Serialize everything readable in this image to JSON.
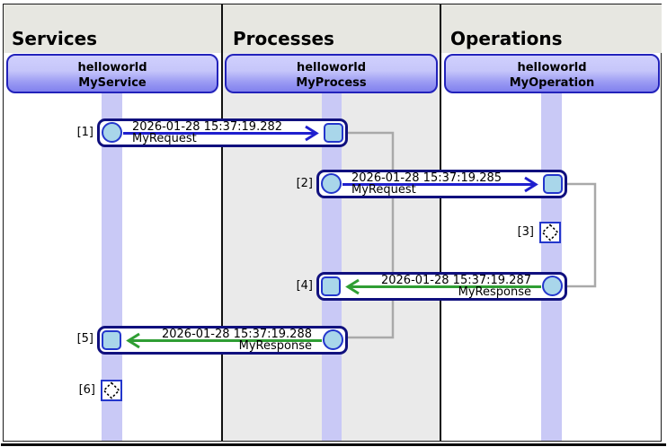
{
  "diagram": {
    "columns": [
      {
        "title": "Services",
        "participant": {
          "line1": "helloworld",
          "line2": "MyService"
        }
      },
      {
        "title": "Processes",
        "participant": {
          "line1": "helloworld",
          "line2": "MyProcess"
        }
      },
      {
        "title": "Operations",
        "participant": {
          "line1": "helloworld",
          "line2": "MyOperation"
        }
      }
    ],
    "events": [
      {
        "index": "[1]",
        "type": "request",
        "timestamp": "2026-01-28 15:37:19.282",
        "name": "MyRequest",
        "from": "Services",
        "to": "Processes"
      },
      {
        "index": "[2]",
        "type": "request",
        "timestamp": "2026-01-28 15:37:19.285",
        "name": "MyRequest",
        "from": "Processes",
        "to": "Operations"
      },
      {
        "index": "[3]",
        "type": "milestone",
        "lifeline": "Operations"
      },
      {
        "index": "[4]",
        "type": "response",
        "timestamp": "2026-01-28 15:37:19.287",
        "name": "MyResponse",
        "from": "Operations",
        "to": "Processes"
      },
      {
        "index": "[5]",
        "type": "response",
        "timestamp": "2026-01-28 15:37:19.288",
        "name": "MyResponse",
        "from": "Processes",
        "to": "Services"
      },
      {
        "index": "[6]",
        "type": "milestone",
        "lifeline": "Services"
      }
    ]
  },
  "colors": {
    "frame-border": "#1a1a1a",
    "header-band": "#e7e7e1",
    "process-column": "#eaeaea",
    "lifeline": "#c9c9f6",
    "divider": "#111111",
    "connector": "#a9a9a9",
    "participant-border": "#2222bb",
    "participant-top": "#d0d0fd",
    "participant-bottom": "#8181ee",
    "event-border": "#10107e",
    "node-border": "#2336cc",
    "node-fill": "#a9d6ea",
    "request-arrow": "#1f1fce",
    "response-arrow": "#2f9e33"
  }
}
